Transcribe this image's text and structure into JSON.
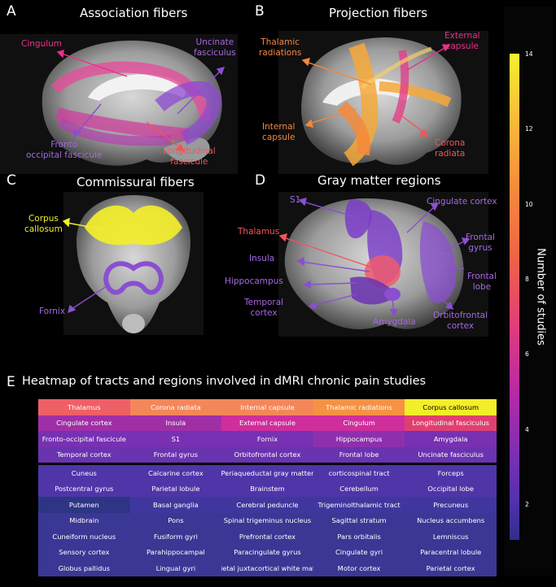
{
  "panels": {
    "A": {
      "letter": "A",
      "title": "Association fibers",
      "labels": {
        "cingulum": "Cingulum",
        "uncinate": [
          "Uncinate",
          "fasciculus"
        ],
        "fronto": [
          "Fronto",
          "occipital fascicule"
        ],
        "longitudinal": [
          "Longitudinal",
          "fascicule"
        ]
      }
    },
    "B": {
      "letter": "B",
      "title": "Projection fibers",
      "labels": {
        "thalamic": [
          "Thalamic",
          "radiations"
        ],
        "external": [
          "External",
          "capsule"
        ],
        "internal": [
          "Internal",
          "capsule"
        ],
        "corona": [
          "Corona",
          "radiata"
        ]
      }
    },
    "C": {
      "letter": "C",
      "title": "Commissural fibers",
      "labels": {
        "corpus": [
          "Corpus",
          "callosum"
        ],
        "fornix": "Fornix"
      }
    },
    "D": {
      "letter": "D",
      "title": "Gray matter regions",
      "labels": {
        "s1": "S1",
        "cingulate": "Cingulate cortex",
        "thalamus": "Thalamus",
        "frontal_gyrus": [
          "Frontal",
          "gyrus"
        ],
        "insula": "Insula",
        "frontal_lobe": [
          "Frontal",
          "lobe"
        ],
        "hippocampus": "Hippocampus",
        "temporal": [
          "Temporal",
          "cortex"
        ],
        "orbitofrontal": [
          "Orbitofrontal",
          "cortex"
        ],
        "amygdala": "Amygdala"
      }
    }
  },
  "colors": {
    "pink": "#e8328a",
    "purple": "#8a4fd0",
    "orange": "#f5873a",
    "yellow": "#f2ee2a",
    "red": "#f2555a",
    "magenta": "#d43cb2"
  },
  "colorbar": {
    "label": "Number of studies",
    "ticks": [
      "14",
      "12",
      "10",
      "8",
      "6",
      "4",
      "2"
    ]
  },
  "heatmap": {
    "letter": "E",
    "title": "Heatmap of tracts and regions involved in dMRI chronic pain studies",
    "rows": [
      [
        {
          "t": "Thalamus",
          "c": "#ef5f66"
        },
        {
          "t": "Corona radiata",
          "c": "#f3875a"
        },
        {
          "t": "Internal capsule",
          "c": "#f3875a"
        },
        {
          "t": "Thalamic radiations",
          "c": "#f59244"
        },
        {
          "t": "Corpus callosum",
          "c": "#f2ee2a",
          "dark": true
        }
      ],
      [
        {
          "t": "Cingulate cortex",
          "c": "#a02fa6"
        },
        {
          "t": "Insula",
          "c": "#a02fa6"
        },
        {
          "t": "External capsule",
          "c": "#cf2e9c"
        },
        {
          "t": "Cingulum",
          "c": "#cf2e9c"
        },
        {
          "t": "Longitudinal fasciculus",
          "c": "#e0406f"
        }
      ],
      [
        {
          "t": "Fronto-occipital fascicule",
          "c": "#7731b2"
        },
        {
          "t": "S1",
          "c": "#7731b2"
        },
        {
          "t": "Fornix",
          "c": "#7731b2"
        },
        {
          "t": "Hippocampus",
          "c": "#8e30ad"
        },
        {
          "t": "Amygdala",
          "c": "#7731b2"
        }
      ],
      [
        {
          "t": "Temporal cortex",
          "c": "#6a33b0"
        },
        {
          "t": "Frontal gyrus",
          "c": "#6a33b0"
        },
        {
          "t": "Orbitofrontal cortex",
          "c": "#6a33b0"
        },
        {
          "t": "Frontal lobe",
          "c": "#6a33b0"
        },
        {
          "t": "Uncinate fasciculus",
          "c": "#6a33b0"
        }
      ],
      [
        {
          "t": "Cuneus",
          "c": "#4f35a8"
        },
        {
          "t": "Calcarine cortex",
          "c": "#4f35a8"
        },
        {
          "t": "Periaqueductal gray matter",
          "c": "#4f35a8"
        },
        {
          "t": "corticospinal tract",
          "c": "#4f35a8"
        },
        {
          "t": "Forceps",
          "c": "#4f35a8"
        }
      ],
      [
        {
          "t": "Postcentral gyrus",
          "c": "#4f35a8"
        },
        {
          "t": "Parietal lobule",
          "c": "#4f35a8"
        },
        {
          "t": "Brainstem",
          "c": "#4f35a8"
        },
        {
          "t": "Cerebellum",
          "c": "#4f35a8"
        },
        {
          "t": "Occipital lobe",
          "c": "#4f35a8"
        }
      ],
      [
        {
          "t": "Putamen",
          "c": "#2e3585"
        },
        {
          "t": "Basal ganglia",
          "c": "#40379e"
        },
        {
          "t": "Cerebral peduncle",
          "c": "#40379e"
        },
        {
          "t": "Trigeminolthalamic tract",
          "c": "#40379e"
        },
        {
          "t": "Precuneus",
          "c": "#40379e"
        }
      ],
      [
        {
          "t": "Midbrain",
          "c": "#3a3795"
        },
        {
          "t": "Pons",
          "c": "#3a3795"
        },
        {
          "t": "Spinal trigeminus nucleus",
          "c": "#3a3795"
        },
        {
          "t": "Sagittal stratum",
          "c": "#3a3795"
        },
        {
          "t": "Nucleus accumbens",
          "c": "#3a3795"
        }
      ],
      [
        {
          "t": "Cuneiform nucleus",
          "c": "#3a3795"
        },
        {
          "t": "Fusiform gyri",
          "c": "#3a3795"
        },
        {
          "t": "Prefrontal cortex",
          "c": "#3a3795"
        },
        {
          "t": "Pars orbitalis",
          "c": "#3a3795"
        },
        {
          "t": "Lemniscus",
          "c": "#3a3795"
        }
      ],
      [
        {
          "t": "Sensory cortex",
          "c": "#3a3795"
        },
        {
          "t": "Parahippocampal",
          "c": "#3a3795"
        },
        {
          "t": "Paracingulate gyrus",
          "c": "#3a3795"
        },
        {
          "t": "Cingulate gyri",
          "c": "#3a3795"
        },
        {
          "t": "Paracentral lobule",
          "c": "#3a3795"
        }
      ],
      [
        {
          "t": "Globus pallidus",
          "c": "#3a3795"
        },
        {
          "t": "Lingual gyri",
          "c": "#3a3795"
        },
        {
          "t": "Parietal juxtacortical white matter",
          "c": "#3a3795"
        },
        {
          "t": "Motor cortex",
          "c": "#3a3795"
        },
        {
          "t": "Parietal cortex",
          "c": "#3a3795"
        }
      ]
    ]
  }
}
